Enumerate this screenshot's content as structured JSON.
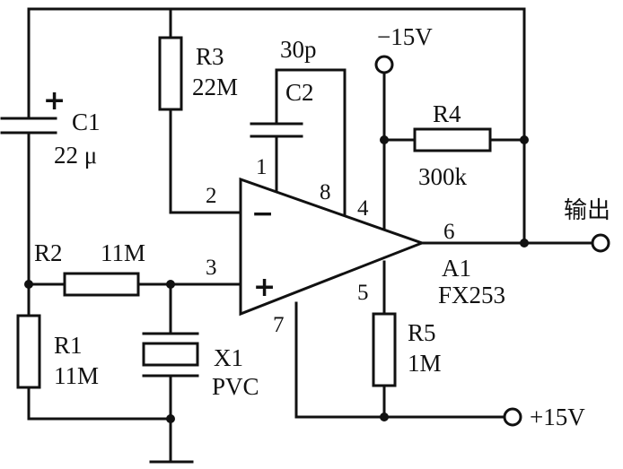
{
  "components": {
    "r1": {
      "name": "R1",
      "value": "11M"
    },
    "r2": {
      "name": "R2",
      "value": "11M"
    },
    "r3": {
      "name": "R3",
      "value": "22M"
    },
    "r4": {
      "name": "R4",
      "value": "300k"
    },
    "r5": {
      "name": "R5",
      "value": "1M"
    },
    "c1": {
      "name": "C1",
      "value": "22 μ",
      "polarity": "+"
    },
    "c2": {
      "name": "C2",
      "value": "30p"
    },
    "x1": {
      "name": "X1",
      "value": "PVC"
    },
    "a1": {
      "name": "A1",
      "value": "FX253",
      "inv": "−",
      "noninv": "+"
    }
  },
  "pins": {
    "p1": "1",
    "p2": "2",
    "p3": "3",
    "p4": "4",
    "p5": "5",
    "p6": "6",
    "p7": "7",
    "p8": "8"
  },
  "terminals": {
    "neg_supply": "−15V",
    "pos_supply": "+15V",
    "output": "输出"
  }
}
